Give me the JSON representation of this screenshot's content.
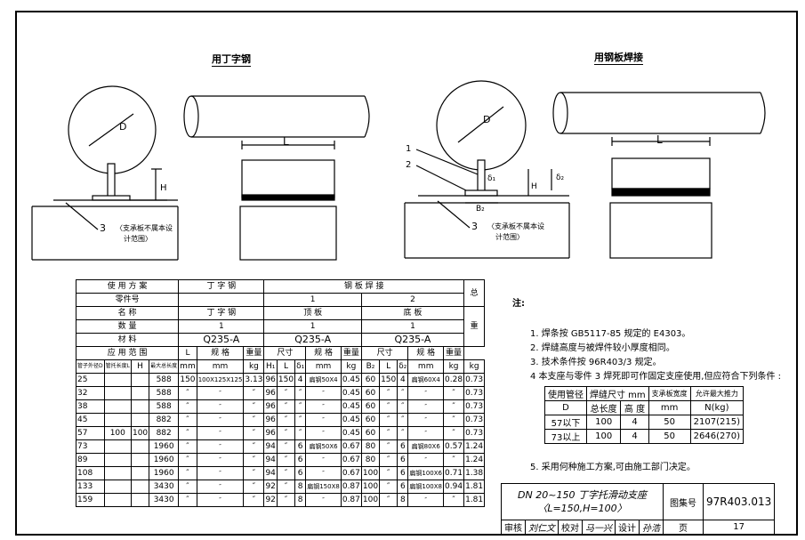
{
  "captions": {
    "left": "用丁字钢",
    "right": "用钢板焊接"
  },
  "labels": {
    "dim_D": "D",
    "dim_L": "L",
    "dim_H": "H",
    "delta1": "δ₁",
    "delta2": "δ₂",
    "B2": "B₂",
    "H1": "H₁",
    "part1": "1",
    "part2": "2",
    "part3": "3",
    "base_note_line1": "〈支承板不属本设",
    "base_note_line2": "计范围〉"
  },
  "spec_table": {
    "h_use": "使 用 方 案",
    "h_tee": "丁 字 钢",
    "h_plate": "钢 板 焊 接",
    "h_total": "总",
    "h_total_weight": "重",
    "h_kg": "kg",
    "r_part": "零件号",
    "r_name": "名 称",
    "r_qty": "数 量",
    "r_mat": "材 料",
    "part_tee": "",
    "part1": "1",
    "part2": "2",
    "name_tee": "丁 字 钢",
    "name1": "顶 板",
    "name2": "底 板",
    "qty_tee": "1",
    "qty1": "1",
    "qty2": "1",
    "mat_tee": "Q235-A",
    "mat1": "Q235-A",
    "mat2": "Q235-A",
    "h_range": "应 用 范 围",
    "h_L": "L",
    "h_spec": "规 格",
    "h_wt": "重量",
    "h_size": "尺寸",
    "h_mm": "mm",
    "h_H1": "H₁",
    "h_Lc": "L",
    "h_d1": "δ₁",
    "h_d2": "δ₂",
    "h_B2": "B₂",
    "h_dn": "管子外径D",
    "h_L0": "管托长度L",
    "h_H": "H",
    "h_maxlen": "最大总长度",
    "u_mm": "mm",
    "u_kg": "kg",
    "rows": [
      [
        "25",
        "",
        "",
        "588",
        "150",
        "100X125X125",
        "3.13",
        "96",
        "150",
        "4",
        "扁钢50X4",
        "0.45",
        "60",
        "150",
        "4",
        "扁钢60X4",
        "0.28",
        "0.73"
      ],
      [
        "32",
        "",
        "",
        "588",
        "″",
        "″",
        "″",
        "96",
        "″",
        "″",
        "″",
        "0.45",
        "60",
        "″",
        "″",
        "″",
        "″",
        "0.73"
      ],
      [
        "38",
        "",
        "",
        "588",
        "″",
        "″",
        "″",
        "96",
        "″",
        "″",
        "″",
        "0.45",
        "60",
        "″",
        "″",
        "″",
        "″",
        "0.73"
      ],
      [
        "45",
        "",
        "",
        "882",
        "″",
        "″",
        "″",
        "96",
        "″",
        "″",
        "″",
        "0.45",
        "60",
        "″",
        "″",
        "″",
        "″",
        "0.73"
      ],
      [
        "57",
        "100",
        "100",
        "882",
        "″",
        "″",
        "″",
        "96",
        "″",
        "″",
        "″",
        "0.45",
        "60",
        "″",
        "″",
        "″",
        "″",
        "0.73"
      ],
      [
        "73",
        "",
        "",
        "1960",
        "″",
        "″",
        "″",
        "94",
        "″",
        "6",
        "扁钢50X6",
        "0.67",
        "80",
        "″",
        "6",
        "扁钢80X6",
        "0.57",
        "1.24"
      ],
      [
        "89",
        "",
        "",
        "1960",
        "″",
        "″",
        "″",
        "94",
        "″",
        "6",
        "″",
        "0.67",
        "80",
        "″",
        "6",
        "″",
        "″",
        "1.24"
      ],
      [
        "108",
        "",
        "",
        "1960",
        "″",
        "″",
        "″",
        "94",
        "″",
        "6",
        "″",
        "0.67",
        "100",
        "″",
        "6",
        "扁钢100X6",
        "0.71",
        "1.38"
      ],
      [
        "133",
        "",
        "",
        "3430",
        "″",
        "″",
        "″",
        "92",
        "″",
        "8",
        "扁钢150X8",
        "0.87",
        "100",
        "″",
        "6",
        "扁钢100X8",
        "0.94",
        "1.81"
      ],
      [
        "159",
        "",
        "",
        "3430",
        "″",
        "″",
        "″",
        "92",
        "″",
        "8",
        "″",
        "0.87",
        "100",
        "″",
        "8",
        "″",
        "″",
        "1.81"
      ]
    ]
  },
  "notes": {
    "title": "注:",
    "items": [
      "1. 焊条按 GB5117-85 规定的 E4303。",
      "2. 焊缝高度与被焊件较小厚度相同。",
      "3. 技术条件按 96R403/3 规定。",
      "4  本支座与零件 3 焊死即可作固定支座使用,但应符合下列条件 :",
      "5. 采用何种施工方案,可由施工部门决定。"
    ]
  },
  "limit_table": {
    "h_pipe": "使用管径",
    "h_weld": "焊缝尺寸 mm",
    "h_plate_w": "支承板宽度",
    "h_force": "允许最大推力",
    "h_D": "D",
    "h_mm": "mm",
    "h_len": "总长度",
    "h_height": "高 度",
    "h_mm2": "mm",
    "h_N": "N(kg)",
    "rows": [
      [
        "57以下",
        "100",
        "4",
        "50",
        "2107(215)"
      ],
      [
        "73以上",
        "100",
        "4",
        "50",
        "2646(270)"
      ]
    ]
  },
  "title_block": {
    "title_line1": "DN 20~150  丁字托滑动支座",
    "title_line2": "〈L=150,H=100〉",
    "atlas_label": "图集号",
    "atlas_no": "97R403.013",
    "review": "审核",
    "review_sig": "刘仁文",
    "check": "校对",
    "check_sig": "马一兴",
    "design": "设计",
    "design_sig": "孙浩",
    "page_label": "页",
    "page_no": "17"
  }
}
